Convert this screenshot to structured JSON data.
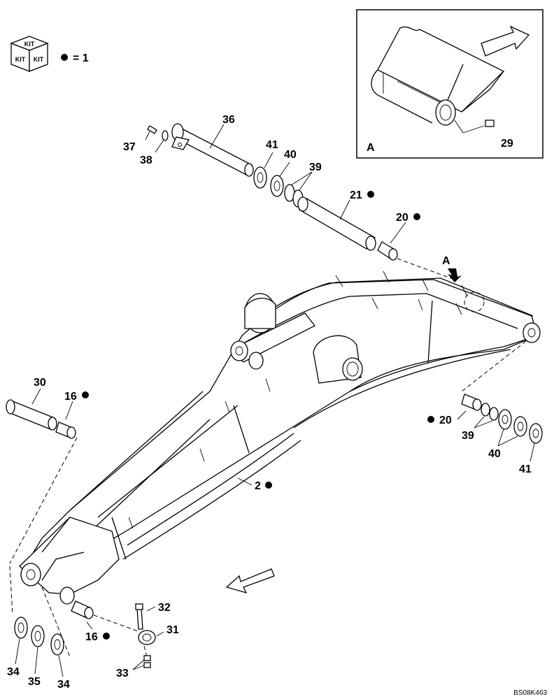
{
  "kit_legend": {
    "kit_text": "KIT",
    "equals_text": "= 1"
  },
  "detail": {
    "label": "A",
    "part_label": "29"
  },
  "view_marker": "A",
  "labels": {
    "p2": "2",
    "p16_top": "16",
    "p16_bottom": "16",
    "p20_top": "20",
    "p20_right": "20",
    "p21": "21",
    "p29": "29",
    "p30": "30",
    "p31": "31",
    "p32": "32",
    "p33": "33",
    "p34_left": "34",
    "p35": "35",
    "p34_right": "34",
    "p36": "36",
    "p37": "37",
    "p38": "38",
    "p39_top": "39",
    "p39_right": "39",
    "p40_top": "40",
    "p40_right": "40",
    "p41_top": "41",
    "p41_right": "41"
  },
  "drawing_code": "BS08K463"
}
